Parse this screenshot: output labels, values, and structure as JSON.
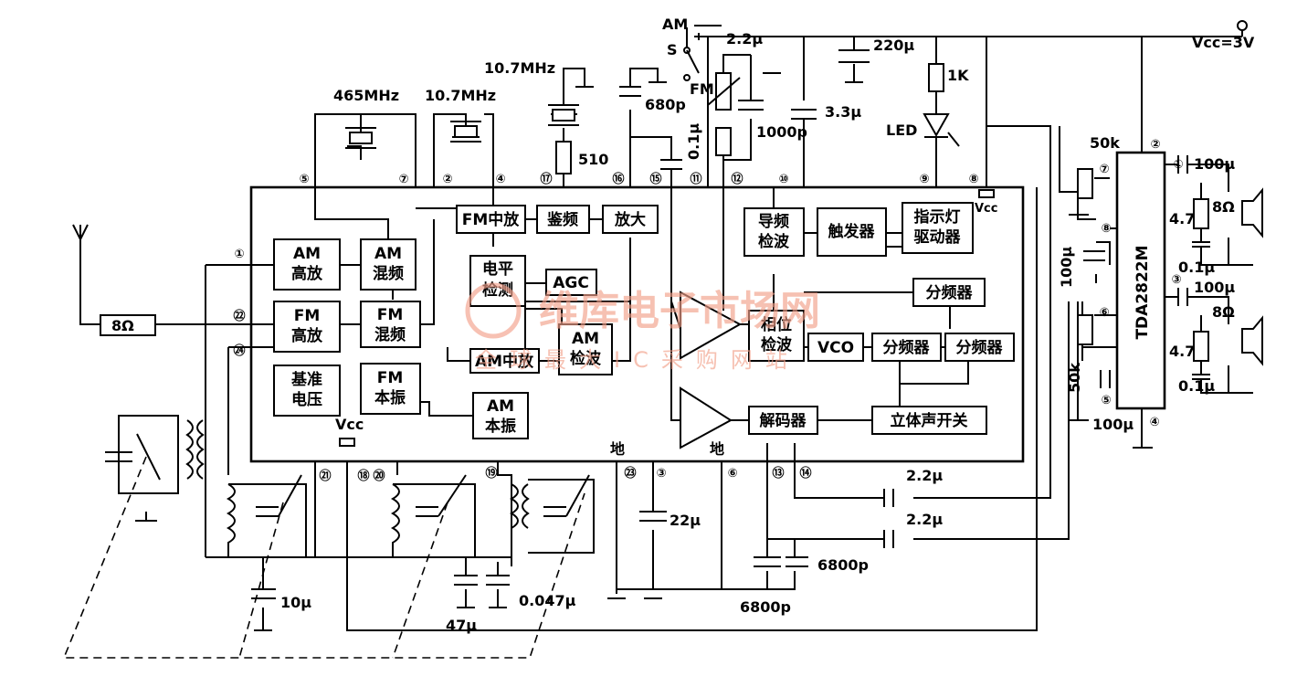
{
  "blocks": {
    "am_rf_amp": [
      "AM",
      "高放"
    ],
    "am_mixer": [
      "AM",
      "混频"
    ],
    "fm_rf_amp": [
      "FM",
      "高放"
    ],
    "fm_mixer": [
      "FM",
      "混频"
    ],
    "ref_voltage": [
      "基准",
      "电压"
    ],
    "fm_osc": [
      "FM",
      "本振"
    ],
    "am_osc": [
      "AM",
      "本振"
    ],
    "fm_if": "FM中放",
    "fm_discriminator": "鉴频",
    "amplifier": "放大",
    "level_detect": [
      "电平",
      "检测"
    ],
    "agc": "AGC",
    "am_if": "AM中放",
    "am_detect": [
      "AM",
      "检波"
    ],
    "pilot_detect": [
      "导频",
      "检波"
    ],
    "trigger": "触发器",
    "led_driver": [
      "指示灯",
      "驱动器"
    ],
    "phase_detect": [
      "相位",
      "检波"
    ],
    "vco": "VCO",
    "divider_top": "分频器",
    "divider_1": "分频器",
    "divider_2": "分频器",
    "decoder": "解码器",
    "stereo_switch": "立体声开关",
    "amp_ic": "TDA2822M"
  },
  "pins": {
    "ic1": [
      "①",
      "㉒",
      "㉔",
      "⑤",
      "⑦",
      "②",
      "④",
      "⑰",
      "⑯",
      "⑮",
      "⑪",
      "⑫",
      "⑩",
      "⑨",
      "⑧",
      "㉑",
      "⑱",
      "⑳",
      "⑲",
      "㉓",
      "③",
      "⑥",
      "⑬",
      "⑭"
    ],
    "ic2": [
      "②",
      "①",
      "⑦",
      "⑧",
      "③",
      "⑥",
      "⑤",
      "④"
    ]
  },
  "labels": {
    "supply": "Vcc=3V",
    "vcc": "Vcc",
    "ground": "地",
    "am": "AM",
    "fm": "FM",
    "switch": "S",
    "led": "LED",
    "freq_465": "465MHz",
    "freq_107a": "10.7MHz",
    "freq_107b": "10.7MHz"
  },
  "components": {
    "antenna_res": "8Ω",
    "c_22u_top": "2.2μ",
    "c_220u": "220μ",
    "r_1k": "1K",
    "c_1000p": "1000p",
    "c_3_3u": "3.3μ",
    "c_680p": "680p",
    "c_0_1u_top": "0.1μ",
    "r_510": "510",
    "r_50k_top": "50k",
    "r_50k_bot": "50k",
    "c_100u_a": "100μ",
    "c_100u_b": "100μ",
    "c_100u_c": "100μ",
    "c_100u_d": "100μ",
    "r_4_7_a": "4.7",
    "r_4_7_b": "4.7",
    "spk_a": "8Ω",
    "spk_b": "8Ω",
    "c_0_1u_a": "0.1μ",
    "c_0_1u_b": "0.1μ",
    "c_22u": "22μ",
    "c_2_2u_a": "2.2μ",
    "c_2_2u_b": "2.2μ",
    "c_6800p_a": "6800p",
    "c_6800p_b": "6800p",
    "c_10u": "10μ",
    "c_47u": "47μ",
    "c_0_047u": "0.047μ"
  },
  "watermark": {
    "brand": "维库电子市场网",
    "slogan": "全球最大IC采购网站"
  },
  "colors": {
    "ink": "#000000",
    "paper": "#ffffff",
    "watermark": "#f2a08a"
  }
}
